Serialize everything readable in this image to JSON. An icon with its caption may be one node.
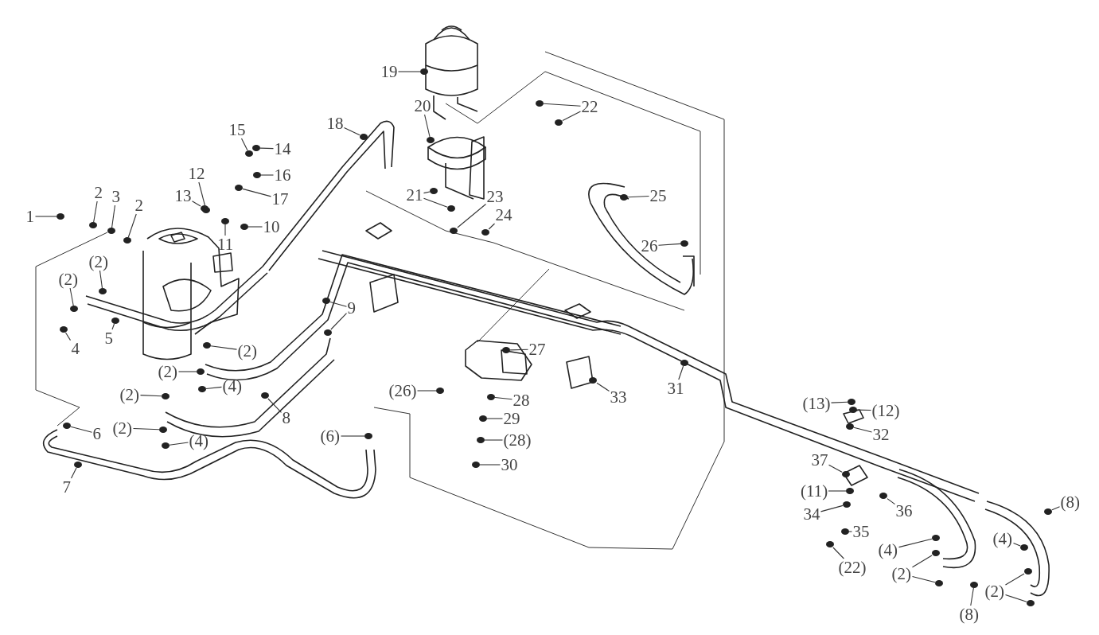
{
  "diagram": {
    "nodes": [
      {
        "text": [
          "1"
        ]
      },
      {
        "text": [
          "2"
        ]
      },
      {
        "text": [
          "3"
        ]
      },
      {
        "text": [
          "2"
        ]
      },
      {
        "text": [
          "13"
        ]
      },
      {
        "text": [
          "12"
        ]
      },
      {
        "text": [
          "15"
        ]
      },
      {
        "text": [
          "14"
        ]
      },
      {
        "text": [
          "16"
        ]
      },
      {
        "text": [
          "17"
        ]
      },
      {
        "text": [
          "10"
        ]
      },
      {
        "text": [
          "11"
        ]
      },
      {
        "text": [
          "18"
        ]
      },
      {
        "text": [
          "19"
        ]
      },
      {
        "text": [
          "20"
        ]
      },
      {
        "text": [
          "22"
        ]
      },
      {
        "text": [
          "21"
        ]
      },
      {
        "text": [
          "23"
        ]
      },
      {
        "text": [
          "24"
        ]
      },
      {
        "text": [
          "25"
        ]
      },
      {
        "text": [
          "26"
        ]
      },
      {
        "text": [
          "(2)"
        ]
      },
      {
        "text": [
          "(2)"
        ]
      },
      {
        "text": [
          "4"
        ]
      },
      {
        "text": [
          "5"
        ]
      },
      {
        "text": [
          "9"
        ]
      },
      {
        "text": [
          "(2)"
        ]
      },
      {
        "text": [
          "(2)"
        ]
      },
      {
        "text": [
          "(4)"
        ]
      },
      {
        "text": [
          "(2)"
        ]
      },
      {
        "text": [
          "8"
        ]
      },
      {
        "text": [
          "(2)"
        ]
      },
      {
        "text": [
          "6"
        ]
      },
      {
        "text": [
          "(4)"
        ]
      },
      {
        "text": [
          "7"
        ]
      },
      {
        "text": [
          "(6)"
        ]
      },
      {
        "text": [
          "(26)"
        ]
      },
      {
        "text": [
          "27"
        ]
      },
      {
        "text": [
          "28"
        ]
      },
      {
        "text": [
          "29"
        ]
      },
      {
        "text": [
          "(28)"
        ]
      },
      {
        "text": [
          "30"
        ]
      },
      {
        "text": [
          "33"
        ]
      },
      {
        "text": [
          "31"
        ]
      },
      {
        "text": [
          "(13)"
        ]
      },
      {
        "text": [
          "(12)"
        ]
      },
      {
        "text": [
          "32"
        ]
      },
      {
        "text": [
          "37"
        ]
      },
      {
        "text": [
          "(11)"
        ]
      },
      {
        "text": [
          "34"
        ]
      },
      {
        "text": [
          "36"
        ]
      },
      {
        "text": [
          "35"
        ]
      },
      {
        "text": [
          "(22)"
        ]
      },
      {
        "text": [
          "(4)"
        ]
      },
      {
        "text": [
          "(2)"
        ]
      },
      {
        "text": [
          "(8)"
        ]
      },
      {
        "text": [
          "(4)"
        ]
      },
      {
        "text": [
          "(2)"
        ]
      },
      {
        "text": [
          "(8)"
        ]
      },
      {
        "text": [],
        "shape": "circle"
      },
      {
        "text": [],
        "shape": "circle"
      },
      {
        "text": [],
        "shape": "circle"
      },
      {
        "text": [],
        "shape": "circle"
      },
      {
        "text": [],
        "shape": "circle"
      },
      {
        "text": [],
        "shape": "circle"
      },
      {
        "text": [],
        "shape": "circle"
      },
      {
        "text": [],
        "shape": "circle"
      },
      {
        "text": [],
        "shape": "circle"
      },
      {
        "text": [],
        "shape": "circle"
      },
      {
        "text": [],
        "shape": "circle"
      },
      {
        "text": [],
        "shape": "circle"
      },
      {
        "text": [],
        "shape": "circle"
      },
      {
        "text": [],
        "shape": "circle"
      },
      {
        "text": [],
        "shape": "circle"
      },
      {
        "text": [],
        "shape": "circle"
      },
      {
        "text": [],
        "shape": "circle"
      },
      {
        "text": [],
        "shape": "circle"
      },
      {
        "text": [],
        "shape": "circle"
      },
      {
        "text": [],
        "shape": "circle"
      },
      {
        "text": [],
        "shape": "circle"
      },
      {
        "text": [],
        "shape": "circle"
      },
      {
        "text": [],
        "shape": "circle"
      },
      {
        "text": [],
        "shape": "circle"
      },
      {
        "text": [],
        "shape": "circle"
      },
      {
        "text": [],
        "shape": "circle"
      },
      {
        "text": [],
        "shape": "circle"
      },
      {
        "text": [],
        "shape": "circle"
      },
      {
        "text": [],
        "shape": "circle"
      },
      {
        "text": [],
        "shape": "circle"
      },
      {
        "text": [],
        "shape": "circle"
      },
      {
        "text": [],
        "shape": "circle"
      },
      {
        "text": [],
        "shape": "circle"
      },
      {
        "text": [],
        "shape": "circle"
      },
      {
        "text": [],
        "shape": "circle"
      },
      {
        "text": [],
        "shape": "circle"
      },
      {
        "text": [],
        "shape": "circle"
      },
      {
        "text": [],
        "shape": "circle"
      },
      {
        "text": [],
        "shape": "circle"
      },
      {
        "text": [],
        "shape": "circle"
      },
      {
        "text": [],
        "shape": "circle"
      },
      {
        "text": [],
        "shape": "circle"
      },
      {
        "text": [],
        "shape": "circle"
      },
      {
        "text": [],
        "shape": "circle"
      },
      {
        "text": [],
        "shape": "circle"
      },
      {
        "text": [],
        "shape": "circle"
      },
      {
        "text": [],
        "shape": "circle"
      },
      {
        "text": [],
        "shape": "circle"
      },
      {
        "text": [],
        "shape": "circle"
      },
      {
        "text": [],
        "shape": "circle"
      },
      {
        "text": [],
        "shape": "circle"
      },
      {
        "text": [],
        "shape": "circle"
      },
      {
        "text": [],
        "shape": "circle"
      },
      {
        "text": [],
        "shape": "circle"
      },
      {
        "text": [],
        "shape": "circle"
      },
      {
        "text": [],
        "shape": "circle"
      },
      {
        "text": [],
        "shape": "circle"
      },
      {
        "text": [],
        "shape": "circle"
      },
      {
        "text": [],
        "shape": "circle"
      },
      {
        "text": [],
        "shape": "circle"
      },
      {
        "text": [],
        "shape": "circle"
      },
      {
        "text": [],
        "shape": "circle"
      },
      {
        "text": [],
        "shape": "circle"
      },
      {
        "text": [],
        "shape": "circle"
      }
    ],
    "edges": [
      {
        "from": 0,
        "to": 59,
        "arrow": "none"
      },
      {
        "from": 1,
        "to": 60,
        "arrow": "none"
      },
      {
        "from": 2,
        "to": 61,
        "arrow": "none"
      },
      {
        "from": 3,
        "to": 62,
        "arrow": "none"
      },
      {
        "from": 4,
        "to": 63,
        "arrow": "none"
      },
      {
        "from": 5,
        "to": 64,
        "arrow": "none"
      },
      {
        "from": 6,
        "to": 65,
        "arrow": "none"
      },
      {
        "from": 7,
        "to": 66,
        "arrow": "none"
      },
      {
        "from": 8,
        "to": 67,
        "arrow": "none"
      },
      {
        "from": 9,
        "to": 68,
        "arrow": "none"
      },
      {
        "from": 10,
        "to": 69,
        "arrow": "none"
      },
      {
        "from": 11,
        "to": 70,
        "arrow": "none"
      },
      {
        "from": 12,
        "to": 71,
        "arrow": "none"
      },
      {
        "from": 13,
        "to": 72,
        "arrow": "none"
      },
      {
        "from": 14,
        "to": 73,
        "arrow": "none"
      },
      {
        "from": 15,
        "to": 74,
        "arrow": "none"
      },
      {
        "from": 15,
        "to": 75,
        "arrow": "none"
      },
      {
        "from": 16,
        "to": 76,
        "arrow": "none"
      },
      {
        "from": 16,
        "to": 77,
        "arrow": "none"
      },
      {
        "from": 17,
        "to": 78,
        "arrow": "none"
      },
      {
        "from": 18,
        "to": 79,
        "arrow": "none"
      },
      {
        "from": 19,
        "to": 80,
        "arrow": "none"
      },
      {
        "from": 20,
        "to": 81,
        "arrow": "none"
      },
      {
        "from": 21,
        "to": 82,
        "arrow": "none"
      },
      {
        "from": 22,
        "to": 83,
        "arrow": "none"
      },
      {
        "from": 23,
        "to": 84,
        "arrow": "none"
      },
      {
        "from": 24,
        "to": 85,
        "arrow": "none"
      },
      {
        "from": 25,
        "to": 86,
        "arrow": "none"
      },
      {
        "from": 25,
        "to": 87,
        "arrow": "none"
      },
      {
        "from": 26,
        "to": 88,
        "arrow": "none"
      },
      {
        "from": 27,
        "to": 89,
        "arrow": "none"
      },
      {
        "from": 28,
        "to": 90,
        "arrow": "none"
      },
      {
        "from": 29,
        "to": 91,
        "arrow": "none"
      },
      {
        "from": 30,
        "to": 92,
        "arrow": "none"
      },
      {
        "from": 31,
        "to": 93,
        "arrow": "none"
      },
      {
        "from": 32,
        "to": 94,
        "arrow": "none"
      },
      {
        "from": 33,
        "to": 95,
        "arrow": "none"
      },
      {
        "from": 34,
        "to": 96,
        "arrow": "none"
      },
      {
        "from": 35,
        "to": 97,
        "arrow": "none"
      },
      {
        "from": 36,
        "to": 98,
        "arrow": "none"
      },
      {
        "from": 37,
        "to": 99,
        "arrow": "none"
      },
      {
        "from": 38,
        "to": 100,
        "arrow": "none"
      },
      {
        "from": 39,
        "to": 101,
        "arrow": "none"
      },
      {
        "from": 40,
        "to": 102,
        "arrow": "none"
      },
      {
        "from": 41,
        "to": 103,
        "arrow": "none"
      },
      {
        "from": 42,
        "to": 104,
        "arrow": "none"
      },
      {
        "from": 43,
        "to": 105,
        "arrow": "none"
      },
      {
        "from": 44,
        "to": 106,
        "arrow": "none"
      },
      {
        "from": 45,
        "to": 107,
        "arrow": "none"
      },
      {
        "from": 46,
        "to": 108,
        "arrow": "none"
      },
      {
        "from": 47,
        "to": 109,
        "arrow": "none"
      },
      {
        "from": 48,
        "to": 110,
        "arrow": "none"
      },
      {
        "from": 49,
        "to": 111,
        "arrow": "none"
      },
      {
        "from": 50,
        "to": 112,
        "arrow": "none"
      },
      {
        "from": 51,
        "to": 113,
        "arrow": "none"
      },
      {
        "from": 52,
        "to": 114,
        "arrow": "none"
      },
      {
        "from": 53,
        "to": 115,
        "arrow": "none"
      },
      {
        "from": 54,
        "to": 116,
        "arrow": "none"
      },
      {
        "from": 54,
        "to": 117,
        "arrow": "none"
      },
      {
        "from": 55,
        "to": 118,
        "arrow": "none"
      },
      {
        "from": 56,
        "to": 119,
        "arrow": "none"
      },
      {
        "from": 57,
        "to": 120,
        "arrow": "none"
      },
      {
        "from": 57,
        "to": 121,
        "arrow": "none"
      },
      {
        "from": 58,
        "to": 122,
        "arrow": "none"
      }
    ]
  }
}
